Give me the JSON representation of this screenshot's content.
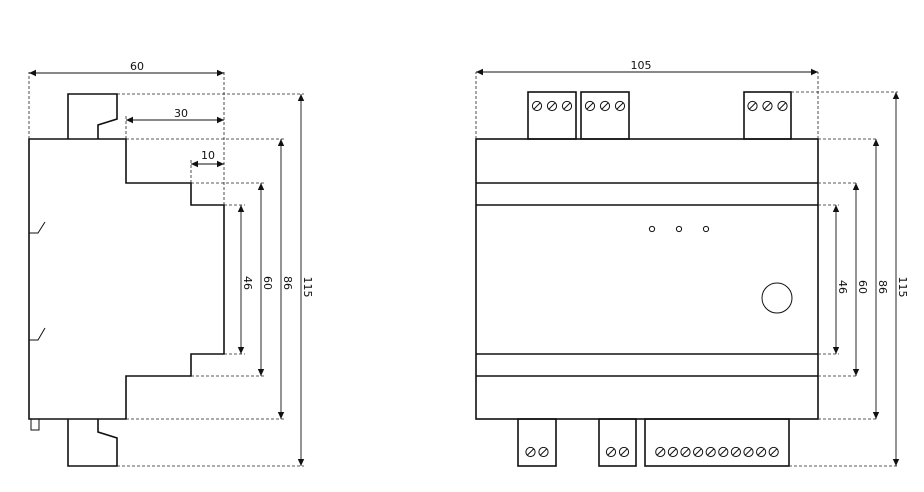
{
  "side_view": {
    "dims": {
      "width_total": "60",
      "width_mid": "30",
      "width_small": "10",
      "h46": "46",
      "h60": "60",
      "h86": "86",
      "h115": "115"
    }
  },
  "front_view": {
    "dims": {
      "width_total": "105",
      "h46": "46",
      "h60": "60",
      "h86": "86",
      "h115": "115"
    },
    "terminals": {
      "top": [
        3,
        3,
        3
      ],
      "bottom": [
        2,
        2,
        10
      ]
    },
    "led_count": 3
  }
}
